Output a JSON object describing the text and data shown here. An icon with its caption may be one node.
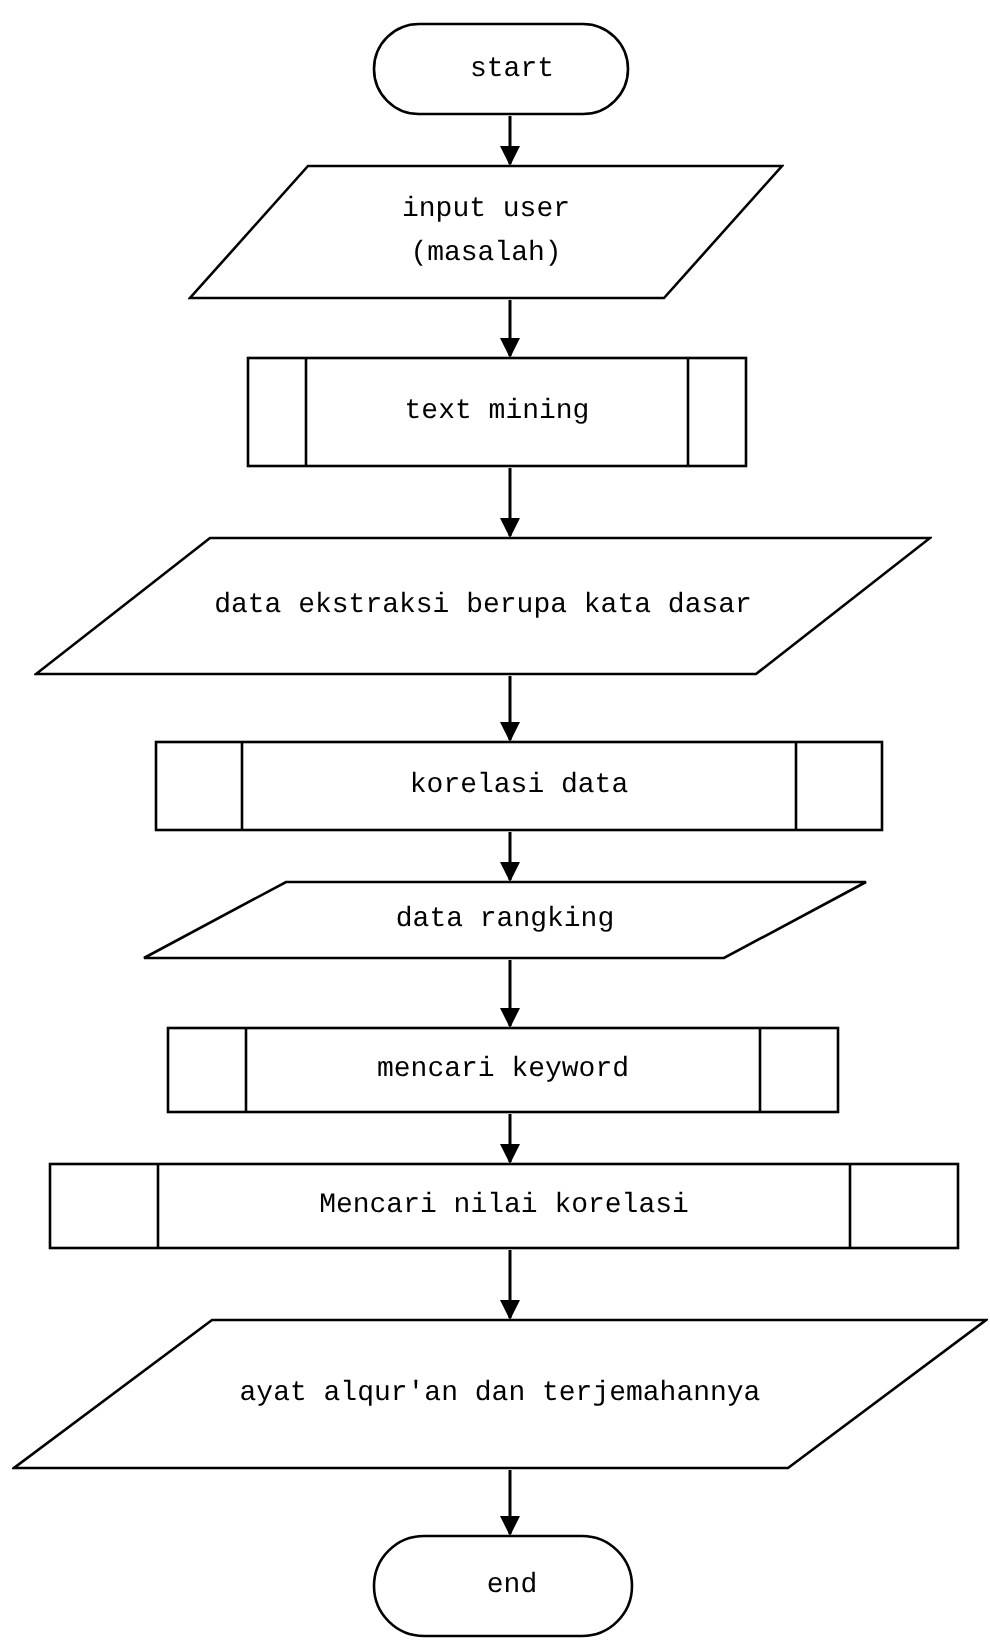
{
  "diagram": {
    "nodes": [
      {
        "text": [
          "start"
        ]
      },
      {
        "text": [
          "input user (masalah)"
        ]
      },
      {
        "text": [
          "text mining"
        ]
      },
      {
        "text": [
          "data ekstraksi berupa kata dasar"
        ]
      },
      {
        "text": [
          "korelasi data"
        ]
      },
      {
        "text": [
          "data rangking"
        ]
      },
      {
        "text": [
          "mencari keyword"
        ]
      },
      {
        "text": [
          "Mencari nilai korelasi"
        ]
      },
      {
        "text": [
          "ayat alqur'an dan terjemahannya"
        ]
      },
      {
        "text": [
          "end"
        ]
      }
    ],
    "edges": [
      {
        "from": 0,
        "to": 1,
        "arrow": "to"
      },
      {
        "from": 1,
        "to": 2,
        "arrow": "to"
      },
      {
        "from": 2,
        "to": 3,
        "arrow": "to"
      },
      {
        "from": 3,
        "to": 4,
        "arrow": "to"
      },
      {
        "from": 4,
        "to": 5,
        "arrow": "to"
      },
      {
        "from": 5,
        "to": 6,
        "arrow": "to"
      },
      {
        "from": 6,
        "to": 7,
        "arrow": "to"
      },
      {
        "from": 7,
        "to": 8,
        "arrow": "to"
      },
      {
        "from": 8,
        "to": 9,
        "arrow": "to"
      }
    ]
  }
}
